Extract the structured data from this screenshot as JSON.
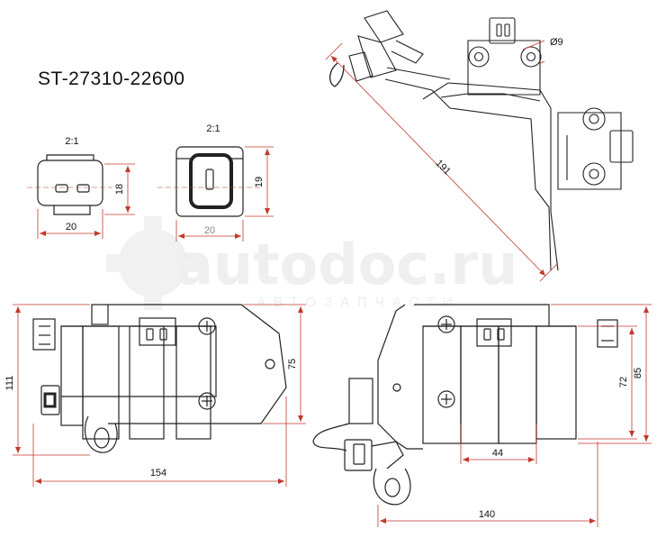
{
  "part_number": "ST-27310-22600",
  "watermark": {
    "brand": "autodoc.ru",
    "tagline": "АВТОЗАПЧАСТИ"
  },
  "connector_views": {
    "scale_left": "2:1",
    "scale_right": "2:1"
  },
  "dimensions": {
    "conn_left_width": "20",
    "conn_left_height": "18",
    "conn_right_width": "20",
    "conn_right_height": "19",
    "hole_diameter": "Ø9",
    "diagonal_length": "191",
    "front_height_total": "111",
    "front_height_bracket": "75",
    "front_width": "154",
    "side_width_total": "140",
    "side_width_tower": "44",
    "side_height_body": "72",
    "side_height_total": "85"
  }
}
